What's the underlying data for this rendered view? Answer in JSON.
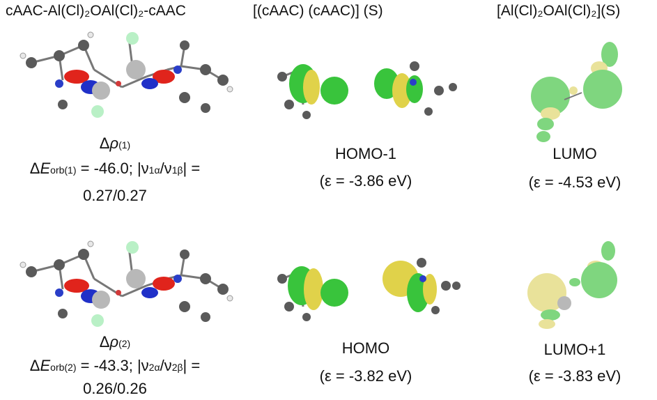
{
  "headers": {
    "col1": "cAAC-Al(Cl)₂OAl(Cl)₂-cAAC",
    "col2": "[(cAAC) (cAAC)] (S)",
    "col3": "[Al(Cl)₂OAl(Cl)₂](S)"
  },
  "row1": {
    "rho_symbol": "Δρ",
    "rho_sub": "(1)",
    "eorb_prefix": "ΔE",
    "eorb_sub": "orb(1)",
    "eorb_value": " = -46.0; |ν",
    "nu_a_sub": "1α",
    "nu_slash": "/ν",
    "nu_b_sub": "1β",
    "nu_end": "| =",
    "ratio": "0.27/0.27",
    "mid_name": "HOMO-1",
    "mid_energy": "(ε = -3.86 eV)",
    "right_name": "LUMO",
    "right_energy": "(ε = -4.53 eV)"
  },
  "row2": {
    "rho_symbol": "Δρ",
    "rho_sub": "(2)",
    "eorb_prefix": "ΔE",
    "eorb_sub": "orb(2)",
    "eorb_value": " = -43.3; |ν",
    "nu_a_sub": "2α",
    "nu_slash": "/ν",
    "nu_b_sub": "2β",
    "nu_end": "| =",
    "ratio": "0.26/0.26",
    "mid_name": "HOMO",
    "mid_energy": "(ε = -3.82 eV)",
    "right_name": "LUMO+1",
    "right_energy": "(ε = -3.83 eV)"
  },
  "colors": {
    "carbon": "#5a5a5a",
    "hydrogen": "#e8e8e8",
    "nitrogen": "#2a3ec8",
    "chlorine": "#b9f0c6",
    "aluminum": "#b8b8b8",
    "oxygen": "#d23a3a",
    "density_red": "#e0241c",
    "density_blue": "#2030c8",
    "orbital_green": "#39c43c",
    "orbital_yellow": "#e0d24a",
    "lumo_green": "#7fd67f",
    "lumo_yellow": "#e9e29a"
  }
}
